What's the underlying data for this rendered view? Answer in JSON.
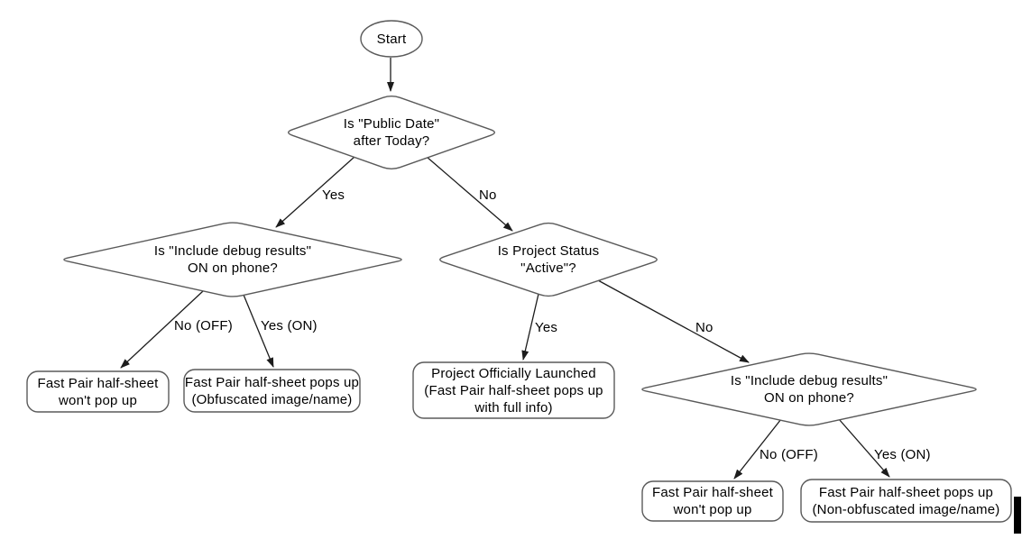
{
  "colors": {
    "background": "#ffffff",
    "shape_stroke": "#5a5a5a",
    "arrow": "#1c1c1c",
    "text": "#000000"
  },
  "nodes": {
    "start": {
      "shape": "ellipse",
      "label": "Start"
    },
    "public_date": {
      "shape": "decision",
      "label": "Is \"Public Date\"\nafter Today?"
    },
    "debug_left": {
      "shape": "decision",
      "label": "Is \"Include debug results\"\nON on phone?"
    },
    "project_status": {
      "shape": "decision",
      "label": "Is Project Status\n\"Active\"?"
    },
    "debug_right": {
      "shape": "decision",
      "label": "Is \"Include debug results\"\nON on phone?"
    },
    "no_popup_left": {
      "shape": "rounded-rect",
      "label": "Fast Pair half-sheet\nwon't pop up"
    },
    "obfuscated": {
      "shape": "rounded-rect",
      "label": "Fast Pair half-sheet pops up\n(Obfuscated image/name)"
    },
    "launched": {
      "shape": "rounded-rect",
      "label": "Project Officially Launched\n(Fast Pair half-sheet pops up\nwith full info)"
    },
    "no_popup_right": {
      "shape": "rounded-rect",
      "label": "Fast Pair half-sheet\nwon't pop up"
    },
    "non_obfuscated": {
      "shape": "rounded-rect",
      "label": "Fast Pair half-sheet pops up\n(Non-obfuscated image/name)"
    }
  },
  "edge_labels": {
    "public_date_yes": "Yes",
    "public_date_no": "No",
    "debug_left_no": "No (OFF)",
    "debug_left_yes": "Yes (ON)",
    "project_status_yes": "Yes",
    "project_status_no": "No",
    "debug_right_no": "No (OFF)",
    "debug_right_yes": "Yes (ON)"
  }
}
